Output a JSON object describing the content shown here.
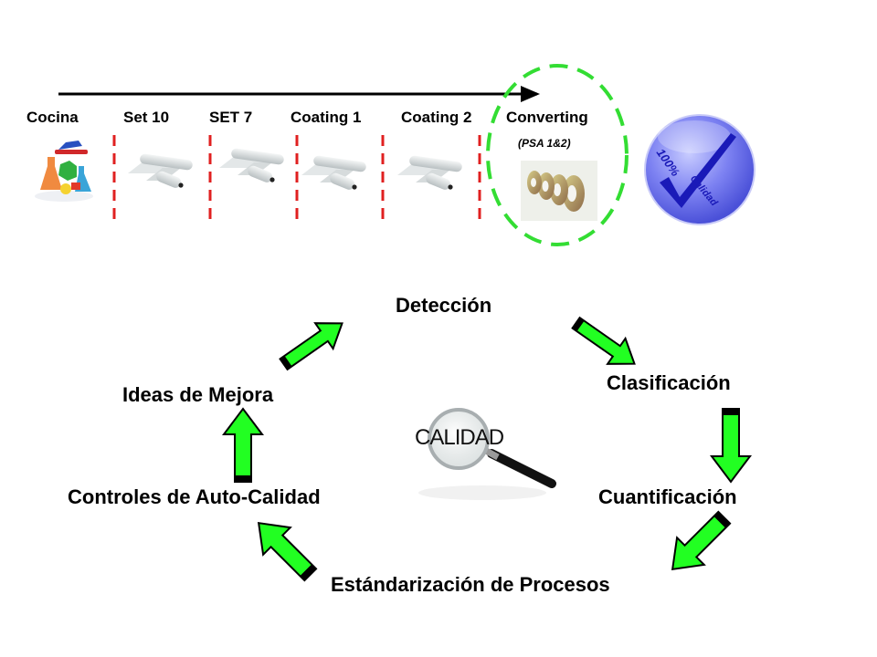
{
  "process_flow": {
    "stages": [
      {
        "label": "Cocina",
        "icon": "lab-flasks-icon"
      },
      {
        "label": "Set 10",
        "icon": "paper-roll-icon"
      },
      {
        "label": "SET 7",
        "icon": "paper-roll-icon"
      },
      {
        "label": "Coating 1",
        "icon": "paper-roll-icon"
      },
      {
        "label": "Coating 2",
        "icon": "paper-roll-icon"
      },
      {
        "label": "Converting",
        "sublabel": "(PSA 1&2)",
        "icon": "tape-rolls-icon",
        "highlighted": true
      }
    ],
    "quality_badge": {
      "line1": "100%",
      "line2": "Calidad",
      "icon": "checkmark-badge-icon"
    }
  },
  "cycle": {
    "steps": [
      {
        "label": "Detección"
      },
      {
        "label": "Clasificación"
      },
      {
        "label": "Cuantificación"
      },
      {
        "label": "Estándarización de Procesos"
      },
      {
        "label": "Controles de Auto-Calidad"
      },
      {
        "label": "Ideas de Mejora"
      }
    ],
    "center_image": {
      "text": "CALIDAD",
      "icon": "magnifying-glass-icon"
    }
  },
  "colors": {
    "arrow_fill": "#22ff22",
    "divider": "#e02020",
    "highlight_circle": "#33dd33",
    "badge_blue": "#6a6ff0",
    "check_blue": "#1a1ab8"
  }
}
